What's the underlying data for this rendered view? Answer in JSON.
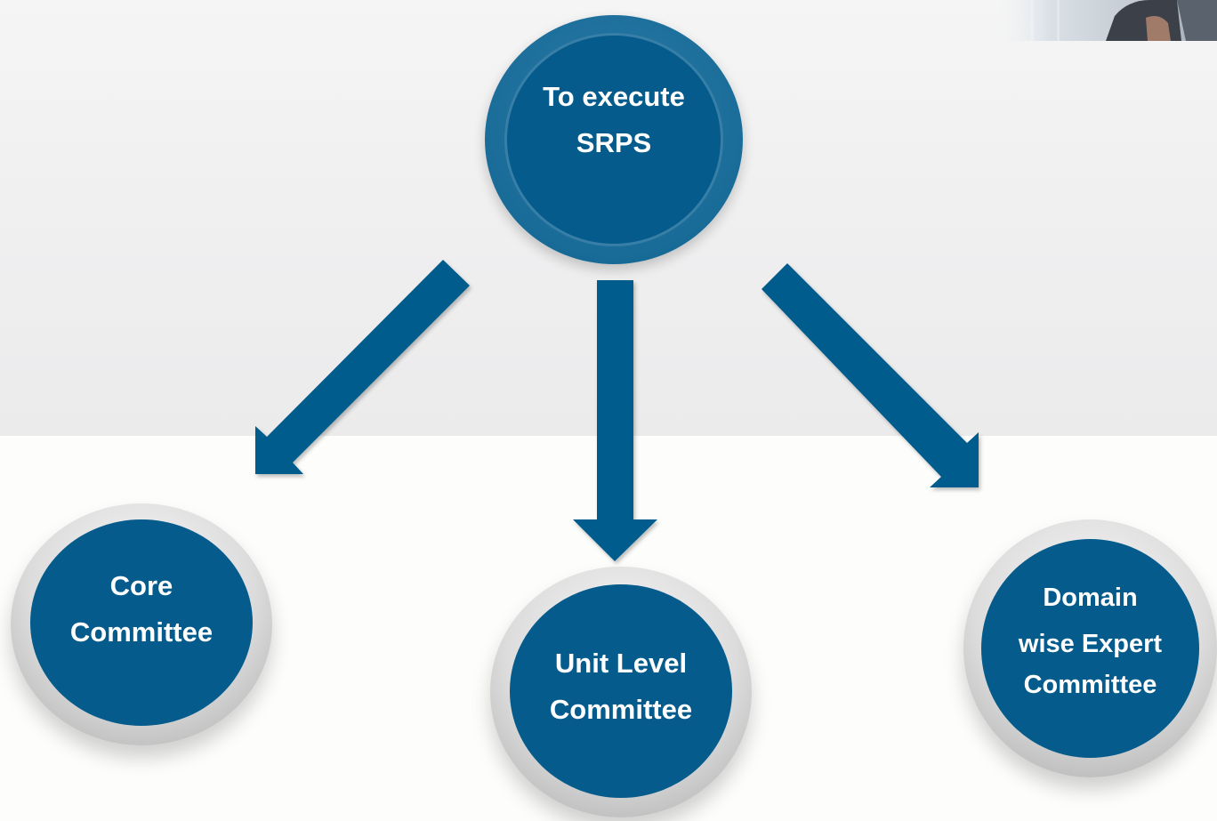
{
  "diagram": {
    "root": {
      "line1": "To execute",
      "line2": "SRPS"
    },
    "children": [
      {
        "line1": "Core",
        "line2": "Committee"
      },
      {
        "line1": "Unit Level",
        "line2": "Committee"
      },
      {
        "line1": "Domain",
        "line2": "wise Expert",
        "line3": "Committee"
      }
    ]
  },
  "colors": {
    "node_fill": "#045b8c",
    "arrow_fill": "#045b8c",
    "ring_gray": "#c8c8c8",
    "text": "#ffffff"
  }
}
